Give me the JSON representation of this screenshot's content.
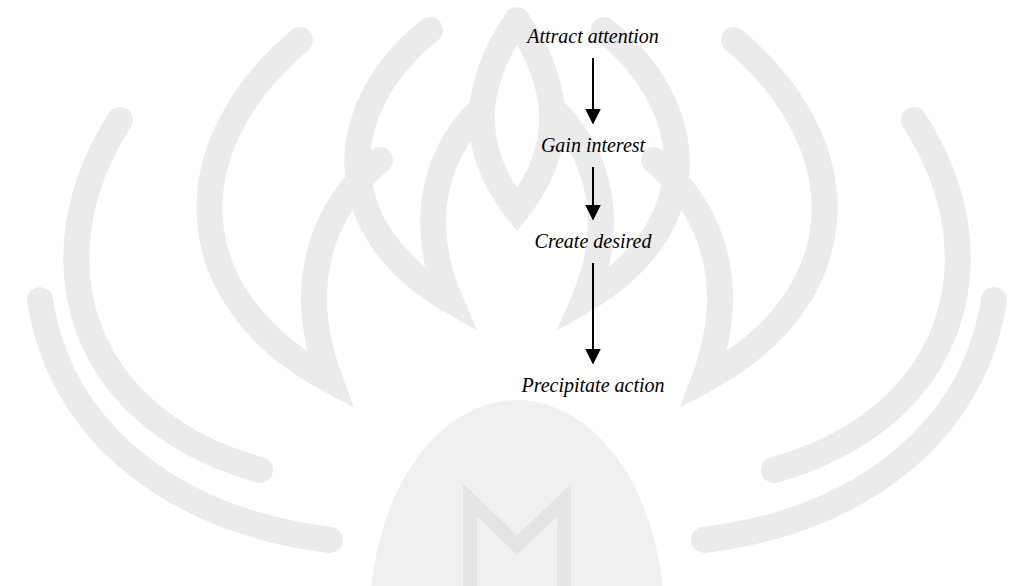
{
  "diagram": {
    "nodes": [
      {
        "text": [
          "Attract attention"
        ]
      },
      {
        "text": [
          "Gain interest"
        ]
      },
      {
        "text": [
          "Create desired"
        ]
      },
      {
        "text": [
          "Precipitate action"
        ]
      }
    ],
    "edges": [
      {
        "from": 0,
        "to": 1,
        "arrow": "to"
      },
      {
        "from": 1,
        "to": 2,
        "arrow": "to"
      },
      {
        "from": 2,
        "to": 3,
        "arrow": "to"
      }
    ]
  }
}
